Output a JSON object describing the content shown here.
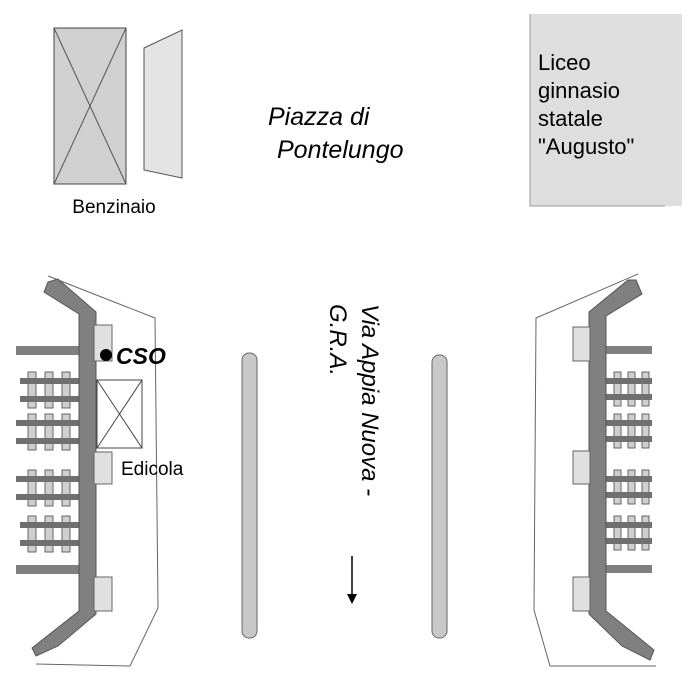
{
  "labels": {
    "piazza_line1": "Piazza di",
    "piazza_line2": "Pontelungo",
    "benzinaio": "Benzinaio",
    "liceo_line1": "Liceo",
    "liceo_line2": "ginnasio",
    "liceo_line3": "statale",
    "liceo_line4": "\"Augusto\"",
    "cso": "CSO",
    "edicola": "Edicola",
    "road_line1": "Via Appia Nuova -",
    "road_line2": "G.R.A."
  },
  "icons": {
    "direction_arrow": "arrow-down-icon",
    "cso_marker": "location-dot-icon"
  },
  "colors": {
    "building_gray": "#d0d0d0",
    "light_gray": "#e4e4e4",
    "platform_wall": "#808080",
    "median_fill": "#c8c8c8",
    "track_rail": "#707070",
    "tie_fill": "#cfcfcf"
  }
}
